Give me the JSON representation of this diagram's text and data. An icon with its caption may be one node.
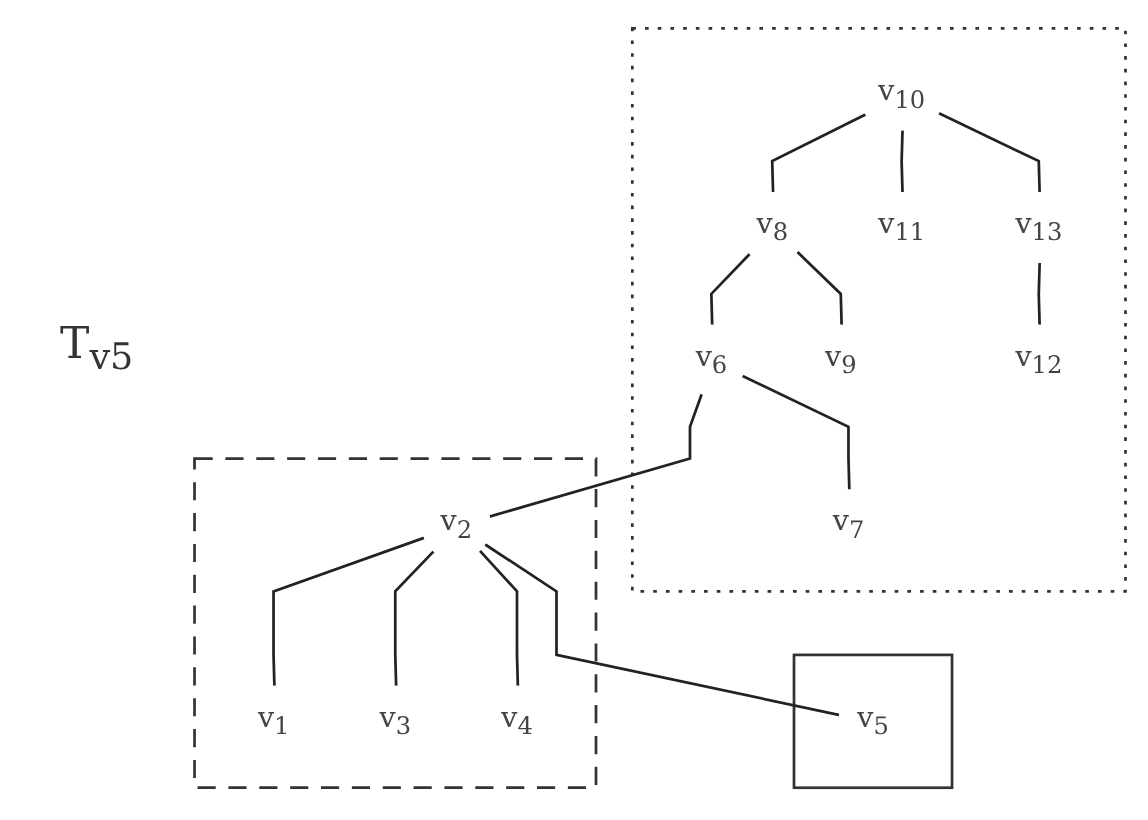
{
  "diagram": {
    "nodes": [
      {
        "text": [],
        "shape": "cloud"
      },
      {
        "text": [
          "v$_{10}$"
        ],
        "in": 0
      },
      {
        "text": [
          "v$_{8}$"
        ],
        "in": 0
      },
      {
        "text": [
          "v$_{11}$"
        ],
        "in": 0
      },
      {
        "text": [
          "v$_{13}$"
        ],
        "in": 0
      },
      {
        "text": [
          "v$_{6}$"
        ],
        "in": 0
      },
      {
        "text": [
          "v$_{9}$"
        ],
        "in": 0
      },
      {
        "text": [
          "v$_{12}$"
        ],
        "in": 0
      },
      {
        "text": [
          "v$_{7}$"
        ],
        "in": 0
      },
      {
        "text": [],
        "shape": "cloud"
      },
      {
        "text": [
          "v$_{2}$"
        ],
        "in": 9
      },
      {
        "text": [
          "v$_{1}$"
        ],
        "in": 9
      },
      {
        "text": [
          "v$_{3}$"
        ],
        "in": 9
      },
      {
        "text": [
          "v$_{4}$"
        ],
        "in": 9
      },
      {
        "text": [],
        "shape": "cloud"
      },
      {
        "text": [
          "v$_{5}$"
        ],
        "in": 14
      }
    ],
    "edges": [
      {
        "from": 1,
        "to": 2,
        "arrow": "none"
      },
      {
        "from": 1,
        "to": 3,
        "arrow": "none"
      },
      {
        "from": 1,
        "to": 4,
        "arrow": "none"
      },
      {
        "from": 2,
        "to": 5,
        "arrow": "none"
      },
      {
        "from": 2,
        "to": 6,
        "arrow": "none"
      },
      {
        "from": 4,
        "to": 7,
        "arrow": "none"
      },
      {
        "from": 5,
        "to": 10,
        "arrow": "none"
      },
      {
        "from": 5,
        "to": 8,
        "arrow": "none"
      },
      {
        "from": 10,
        "to": 11,
        "arrow": "none"
      },
      {
        "from": 10,
        "to": 12,
        "arrow": "none"
      },
      {
        "from": 10,
        "to": 13,
        "arrow": "none"
      },
      {
        "from": 10,
        "to": 15,
        "arrow": "none"
      }
    ],
    "labels": [
      "T$_{v5}$"
    ]
  }
}
